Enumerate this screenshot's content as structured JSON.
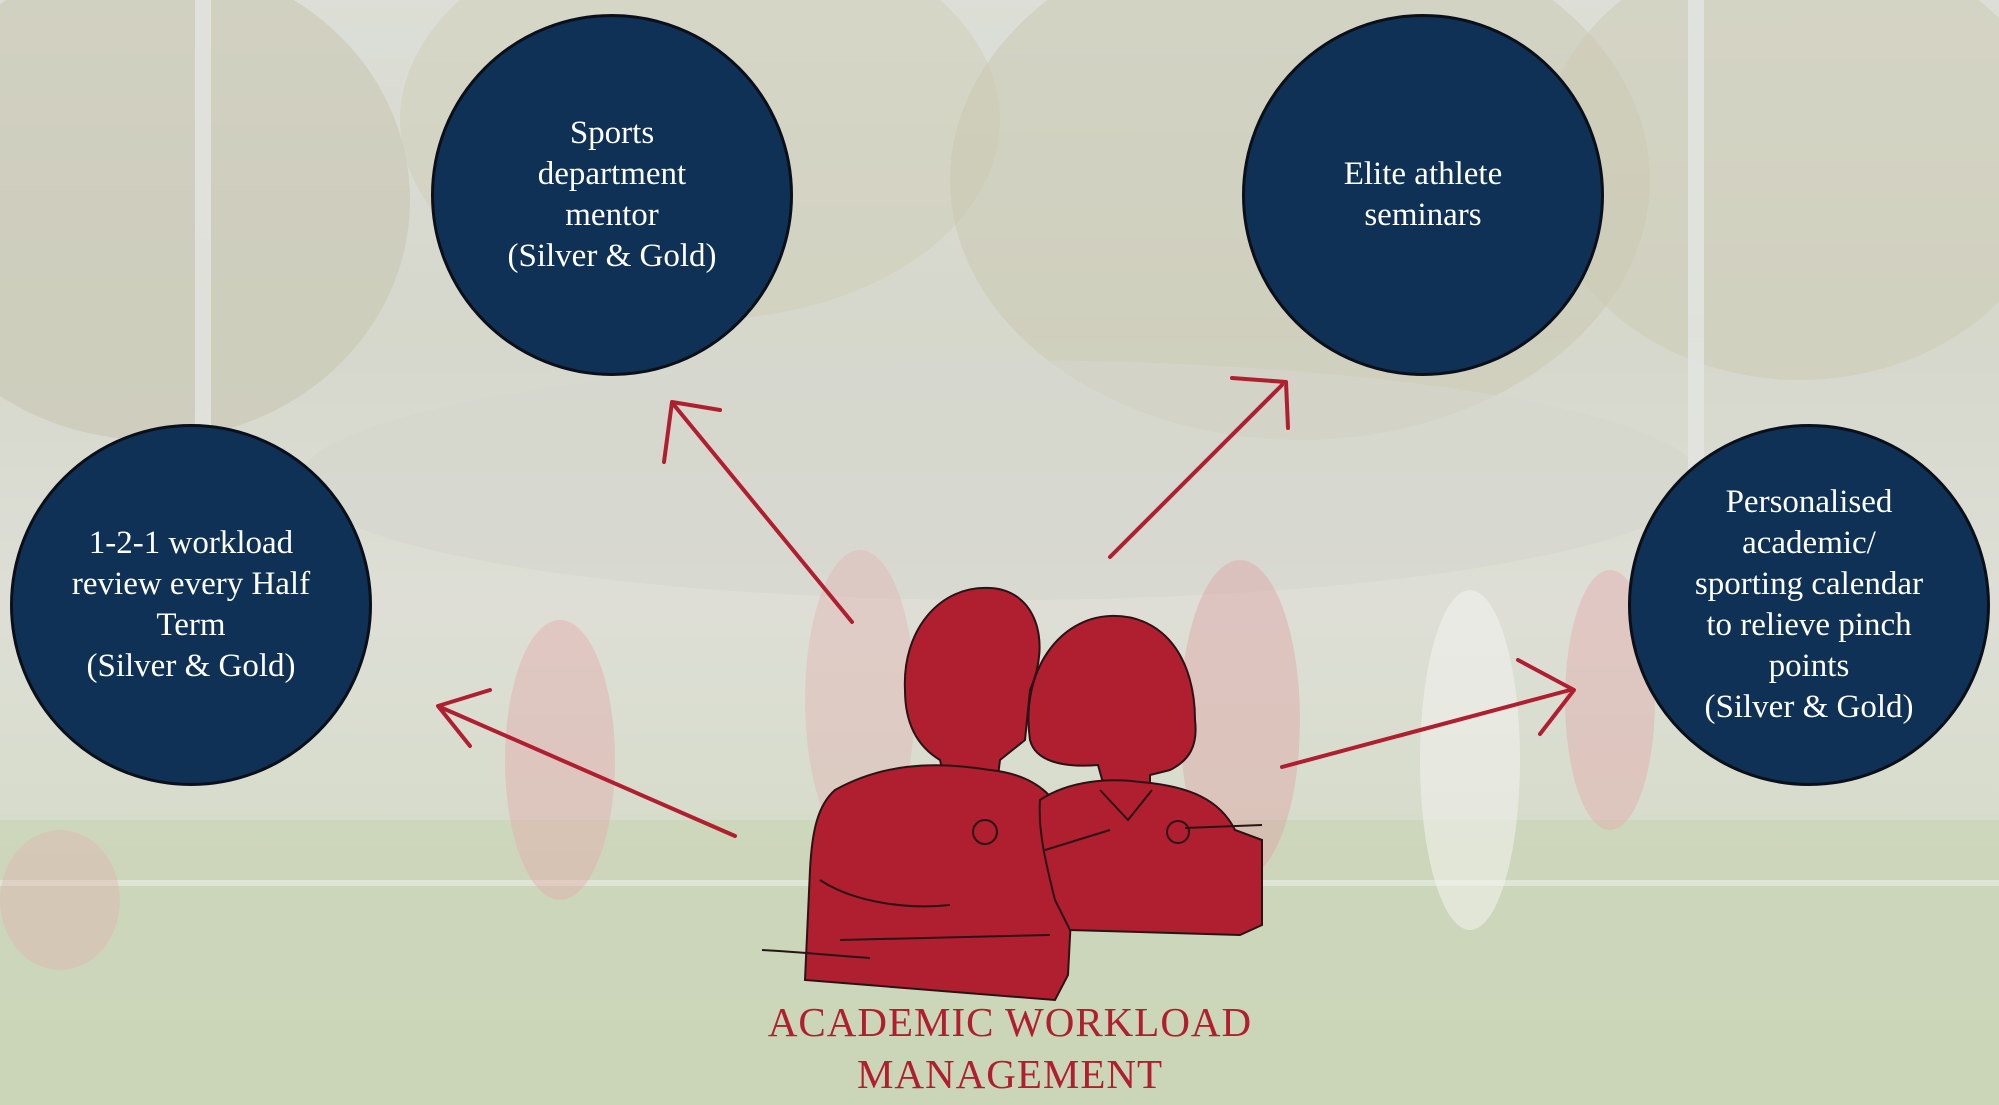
{
  "diagram": {
    "center_title": "ACADEMIC WORKLOAD MANAGEMENT",
    "nodes": [
      {
        "id": "mentor",
        "text": "Sports\ndepartment\nmentor\n(Silver & Gold)"
      },
      {
        "id": "seminars",
        "text": "Elite athlete\nseminars"
      },
      {
        "id": "review",
        "text": "1-2-1 workload\nreview every Half\nTerm\n(Silver & Gold)"
      },
      {
        "id": "calendar",
        "text": "Personalised\nacademic/\nsporting calendar\nto relieve pinch\npoints\n(Silver & Gold)"
      }
    ]
  },
  "colors": {
    "node_fill": "#0e3155",
    "accent_red": "#b01f2f",
    "node_text": "#ffffff"
  },
  "icons": {
    "center": "students-illustration",
    "connectors": "hand-drawn-arrow"
  }
}
